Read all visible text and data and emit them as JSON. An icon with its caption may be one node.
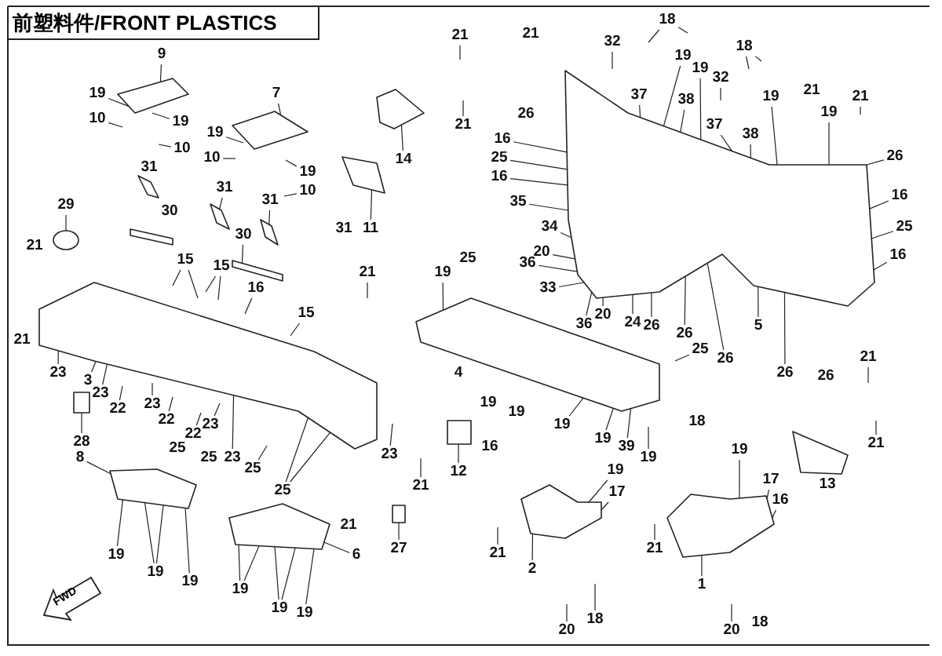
{
  "diagram": {
    "title": "前塑料件/FRONT PLASTICS",
    "nodes": [
      {
        "text": [
          "9"
        ]
      },
      {
        "text": [
          "19"
        ]
      },
      {
        "text": [
          "10"
        ]
      },
      {
        "text": [
          "19"
        ]
      },
      {
        "text": [
          "10"
        ]
      },
      {
        "text": [
          "7"
        ]
      },
      {
        "text": [
          "19"
        ]
      },
      {
        "text": [
          "10"
        ]
      },
      {
        "text": [
          "19"
        ]
      },
      {
        "text": [
          "10"
        ]
      },
      {
        "text": [
          "31"
        ]
      },
      {
        "text": [
          "31"
        ]
      },
      {
        "text": [
          "29"
        ]
      },
      {
        "text": [
          "30"
        ]
      },
      {
        "text": [
          "15"
        ]
      },
      {
        "text": [
          "15"
        ]
      },
      {
        "text": [
          "16"
        ]
      },
      {
        "text": [
          "15"
        ]
      },
      {
        "text": [
          "21"
        ]
      },
      {
        "text": [
          "21"
        ]
      },
      {
        "text": [
          "21"
        ]
      },
      {
        "text": [
          "14"
        ]
      },
      {
        "text": [
          "11"
        ]
      },
      {
        "text": [
          "32"
        ]
      },
      {
        "text": [
          "16"
        ]
      },
      {
        "text": [
          "25"
        ]
      },
      {
        "text": [
          "16"
        ]
      },
      {
        "text": [
          "35"
        ]
      },
      {
        "text": [
          "34"
        ]
      },
      {
        "text": [
          "20"
        ]
      },
      {
        "text": [
          "36"
        ]
      },
      {
        "text": [
          "33"
        ]
      },
      {
        "text": [
          "19"
        ]
      },
      {
        "text": [
          "18"
        ]
      },
      {
        "text": [
          "19"
        ]
      },
      {
        "text": [
          "37"
        ]
      },
      {
        "text": [
          "38"
        ]
      },
      {
        "text": [
          "19"
        ]
      },
      {
        "text": [
          "32"
        ]
      },
      {
        "text": [
          "18"
        ]
      },
      {
        "text": [
          "37"
        ]
      },
      {
        "text": [
          "38"
        ]
      },
      {
        "text": [
          "19"
        ]
      },
      {
        "text": [
          "19"
        ]
      },
      {
        "text": [
          "21"
        ]
      },
      {
        "text": [
          "26"
        ]
      },
      {
        "text": [
          "16"
        ]
      },
      {
        "text": [
          "25"
        ]
      },
      {
        "text": [
          "16"
        ]
      },
      {
        "text": [
          "36"
        ]
      },
      {
        "text": [
          "20"
        ]
      },
      {
        "text": [
          "24"
        ]
      },
      {
        "text": [
          "26"
        ]
      },
      {
        "text": [
          "5"
        ]
      },
      {
        "text": [
          "26"
        ]
      },
      {
        "text": [
          "26"
        ]
      },
      {
        "text": [
          "26"
        ]
      },
      {
        "text": [
          "25"
        ]
      },
      {
        "text": [
          "21"
        ]
      },
      {
        "text": [
          "21"
        ]
      },
      {
        "text": [
          "19"
        ]
      },
      {
        "text": [
          "19"
        ]
      },
      {
        "text": [
          "17"
        ]
      },
      {
        "text": [
          "16"
        ]
      },
      {
        "text": [
          "21"
        ]
      },
      {
        "text": [
          "1"
        ]
      },
      {
        "text": [
          "20"
        ]
      },
      {
        "text": [
          "19"
        ]
      },
      {
        "text": [
          "19"
        ]
      },
      {
        "text": [
          "39"
        ]
      },
      {
        "text": [
          "12"
        ]
      },
      {
        "text": [
          "23"
        ]
      },
      {
        "text": [
          "21"
        ]
      },
      {
        "text": [
          "27"
        ]
      },
      {
        "text": [
          "6"
        ]
      },
      {
        "text": [
          "19"
        ]
      },
      {
        "text": [
          "17"
        ]
      },
      {
        "text": [
          "21"
        ]
      },
      {
        "text": [
          "2"
        ]
      },
      {
        "text": [
          "20"
        ]
      },
      {
        "text": [
          "18"
        ]
      },
      {
        "text": [
          "23"
        ]
      },
      {
        "text": [
          "3"
        ]
      },
      {
        "text": [
          "23"
        ]
      },
      {
        "text": [
          "22"
        ]
      },
      {
        "text": [
          "28"
        ]
      },
      {
        "text": [
          "23"
        ]
      },
      {
        "text": [
          "22"
        ]
      },
      {
        "text": [
          "22"
        ]
      },
      {
        "text": [
          "23"
        ]
      },
      {
        "text": [
          "23"
        ]
      },
      {
        "text": [
          "25"
        ]
      },
      {
        "text": [
          "25"
        ]
      },
      {
        "text": [
          "8"
        ]
      },
      {
        "text": [
          "19"
        ]
      },
      {
        "text": [
          "19"
        ]
      },
      {
        "text": [
          "19"
        ]
      },
      {
        "text": [
          "19"
        ]
      },
      {
        "text": [
          "19"
        ]
      },
      {
        "text": [
          "19"
        ]
      },
      {
        "text": [],
        "shape": "box"
      },
      {
        "text": [],
        "shape": "box"
      },
      {
        "text": [],
        "shape": "box"
      },
      {
        "text": [],
        "shape": "box"
      },
      {
        "text": [],
        "shape": "circle"
      },
      {
        "text": [],
        "shape": "box"
      },
      {
        "text": [],
        "shape": "box"
      },
      {
        "text": [],
        "shape": "box"
      },
      {
        "text": [],
        "shape": "box"
      },
      {
        "text": [],
        "shape": "box"
      },
      {
        "text": [],
        "shape": "box"
      },
      {
        "text": [],
        "shape": "box"
      },
      {
        "text": [],
        "shape": "box"
      },
      {
        "text": [],
        "shape": "box"
      },
      {
        "text": [],
        "shape": "box"
      },
      {
        "text": [],
        "shape": "box"
      },
      {
        "text": [],
        "shape": "box"
      },
      {
        "text": [],
        "shape": "box"
      }
    ],
    "edges": [
      {
        "from": 0,
        "to": 100,
        "arrow": "none"
      },
      {
        "from": 1,
        "to": 100,
        "arrow": "none"
      },
      {
        "from": 2,
        "to": null,
        "arrow": "none"
      },
      {
        "from": 3,
        "to": null,
        "arrow": "none"
      },
      {
        "from": 4,
        "to": null,
        "arrow": "none"
      },
      {
        "from": 5,
        "to": 101,
        "arrow": "none"
      },
      {
        "from": 6,
        "to": null,
        "arrow": "none"
      },
      {
        "from": 7,
        "to": null,
        "arrow": "none"
      },
      {
        "from": 8,
        "to": null,
        "arrow": "none"
      },
      {
        "from": 9,
        "to": null,
        "arrow": "none"
      },
      {
        "from": 10,
        "to": 102,
        "arrow": "none"
      },
      {
        "from": 11,
        "to": 103,
        "arrow": "none"
      },
      {
        "from": 12,
        "to": 104,
        "arrow": "none"
      },
      {
        "from": 13,
        "to": 105,
        "arrow": "none"
      },
      {
        "from": 14,
        "to": null,
        "arrow": "none"
      },
      {
        "from": 14,
        "to": null,
        "arrow": "none"
      },
      {
        "from": 15,
        "to": null,
        "arrow": "none"
      },
      {
        "from": 15,
        "to": null,
        "arrow": "none"
      },
      {
        "from": 16,
        "to": null,
        "arrow": "none"
      },
      {
        "from": 17,
        "to": null,
        "arrow": "none"
      },
      {
        "from": 18,
        "to": null,
        "arrow": "none"
      },
      {
        "from": 19,
        "to": null,
        "arrow": "none"
      },
      {
        "from": 20,
        "to": null,
        "arrow": "none"
      },
      {
        "from": 21,
        "to": 107,
        "arrow": "none"
      },
      {
        "from": 22,
        "to": 108,
        "arrow": "none"
      },
      {
        "from": 23,
        "to": null,
        "arrow": "none"
      },
      {
        "from": 24,
        "to": 109,
        "arrow": "none"
      },
      {
        "from": 25,
        "to": 109,
        "arrow": "none"
      },
      {
        "from": 26,
        "to": 109,
        "arrow": "none"
      },
      {
        "from": 27,
        "to": 109,
        "arrow": "none"
      },
      {
        "from": 28,
        "to": 109,
        "arrow": "none"
      },
      {
        "from": 29,
        "to": 109,
        "arrow": "none"
      },
      {
        "from": 30,
        "to": 109,
        "arrow": "none"
      },
      {
        "from": 31,
        "to": 109,
        "arrow": "none"
      },
      {
        "from": 32,
        "to": 117,
        "arrow": "none"
      },
      {
        "from": 33,
        "to": null,
        "arrow": "none"
      },
      {
        "from": 33,
        "to": null,
        "arrow": "none"
      },
      {
        "from": 34,
        "to": 109,
        "arrow": "none"
      },
      {
        "from": 35,
        "to": 109,
        "arrow": "none"
      },
      {
        "from": 36,
        "to": 109,
        "arrow": "none"
      },
      {
        "from": 37,
        "to": 109,
        "arrow": "none"
      },
      {
        "from": 38,
        "to": null,
        "arrow": "none"
      },
      {
        "from": 39,
        "to": null,
        "arrow": "none"
      },
      {
        "from": 39,
        "to": null,
        "arrow": "none"
      },
      {
        "from": 40,
        "to": 109,
        "arrow": "none"
      },
      {
        "from": 41,
        "to": 109,
        "arrow": "none"
      },
      {
        "from": 42,
        "to": 109,
        "arrow": "none"
      },
      {
        "from": 43,
        "to": 109,
        "arrow": "none"
      },
      {
        "from": 44,
        "to": null,
        "arrow": "none"
      },
      {
        "from": 45,
        "to": 109,
        "arrow": "none"
      },
      {
        "from": 46,
        "to": 109,
        "arrow": "none"
      },
      {
        "from": 47,
        "to": 109,
        "arrow": "none"
      },
      {
        "from": 48,
        "to": 109,
        "arrow": "none"
      },
      {
        "from": 49,
        "to": 109,
        "arrow": "none"
      },
      {
        "from": 50,
        "to": 109,
        "arrow": "none"
      },
      {
        "from": 51,
        "to": 109,
        "arrow": "none"
      },
      {
        "from": 52,
        "to": 109,
        "arrow": "none"
      },
      {
        "from": 53,
        "to": 109,
        "arrow": "none"
      },
      {
        "from": 54,
        "to": 109,
        "arrow": "none"
      },
      {
        "from": 55,
        "to": 109,
        "arrow": "none"
      },
      {
        "from": 56,
        "to": 109,
        "arrow": "none"
      },
      {
        "from": 57,
        "to": null,
        "arrow": "none"
      },
      {
        "from": 58,
        "to": null,
        "arrow": "none"
      },
      {
        "from": 59,
        "to": null,
        "arrow": "none"
      },
      {
        "from": 60,
        "to": null,
        "arrow": "none"
      },
      {
        "from": 61,
        "to": 116,
        "arrow": "none"
      },
      {
        "from": 62,
        "to": 116,
        "arrow": "none"
      },
      {
        "from": 63,
        "to": 116,
        "arrow": "none"
      },
      {
        "from": 64,
        "to": null,
        "arrow": "none"
      },
      {
        "from": 65,
        "to": 116,
        "arrow": "none"
      },
      {
        "from": 66,
        "to": null,
        "arrow": "none"
      },
      {
        "from": 67,
        "to": 117,
        "arrow": "none"
      },
      {
        "from": 68,
        "to": 117,
        "arrow": "none"
      },
      {
        "from": 69,
        "to": 117,
        "arrow": "none"
      },
      {
        "from": 70,
        "to": 110,
        "arrow": "none"
      },
      {
        "from": 71,
        "to": null,
        "arrow": "none"
      },
      {
        "from": 72,
        "to": null,
        "arrow": "none"
      },
      {
        "from": 73,
        "to": 112,
        "arrow": "none"
      },
      {
        "from": 74,
        "to": 113,
        "arrow": "none"
      },
      {
        "from": 75,
        "to": 115,
        "arrow": "none"
      },
      {
        "from": 76,
        "to": 115,
        "arrow": "none"
      },
      {
        "from": 77,
        "to": null,
        "arrow": "none"
      },
      {
        "from": 78,
        "to": 115,
        "arrow": "none"
      },
      {
        "from": 79,
        "to": null,
        "arrow": "none"
      },
      {
        "from": 80,
        "to": null,
        "arrow": "none"
      },
      {
        "from": 81,
        "to": 106,
        "arrow": "none"
      },
      {
        "from": 82,
        "to": 106,
        "arrow": "none"
      },
      {
        "from": 83,
        "to": 106,
        "arrow": "none"
      },
      {
        "from": 84,
        "to": null,
        "arrow": "none"
      },
      {
        "from": 85,
        "to": 111,
        "arrow": "none"
      },
      {
        "from": 86,
        "to": null,
        "arrow": "none"
      },
      {
        "from": 87,
        "to": null,
        "arrow": "none"
      },
      {
        "from": 88,
        "to": null,
        "arrow": "none"
      },
      {
        "from": 89,
        "to": null,
        "arrow": "none"
      },
      {
        "from": 90,
        "to": 106,
        "arrow": "none"
      },
      {
        "from": 91,
        "to": null,
        "arrow": "none"
      },
      {
        "from": 92,
        "to": 106,
        "arrow": "none"
      },
      {
        "from": 92,
        "to": 106,
        "arrow": "none"
      },
      {
        "from": 93,
        "to": 114,
        "arrow": "none"
      },
      {
        "from": 94,
        "to": 114,
        "arrow": "none"
      },
      {
        "from": 95,
        "to": 114,
        "arrow": "none"
      },
      {
        "from": 95,
        "to": 114,
        "arrow": "none"
      },
      {
        "from": 96,
        "to": 114,
        "arrow": "none"
      },
      {
        "from": 97,
        "to": 113,
        "arrow": "none"
      },
      {
        "from": 97,
        "to": 113,
        "arrow": "none"
      },
      {
        "from": 98,
        "to": 113,
        "arrow": "none"
      },
      {
        "from": 98,
        "to": 113,
        "arrow": "none"
      },
      {
        "from": 99,
        "to": 113,
        "arrow": "none"
      }
    ],
    "labels": [
      "21",
      "31",
      "30",
      "21",
      "26",
      "31",
      "25",
      "21",
      "4",
      "19",
      "19",
      "16",
      "21",
      "26",
      "18",
      "13",
      "18",
      "21",
      "25",
      "25",
      "FWD"
    ]
  }
}
